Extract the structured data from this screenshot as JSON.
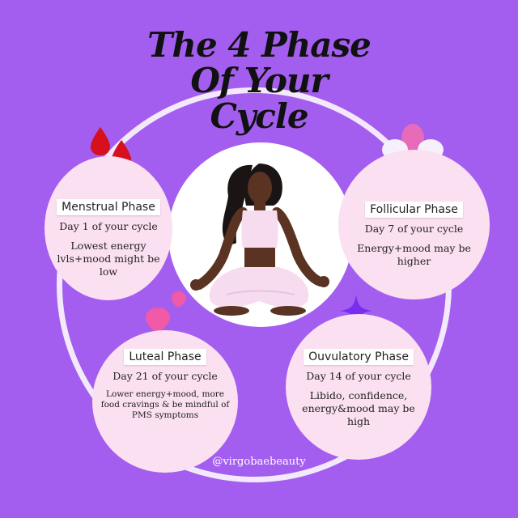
{
  "title": {
    "line1": "The 4 Phase",
    "line2": "Of Your",
    "line3": "Cycle"
  },
  "phases": [
    {
      "name": "Menstrual Phase",
      "day": "Day 1 of your cycle",
      "desc": "Lowest energy lvls+mood might be low",
      "icon": "blood-drops-icon"
    },
    {
      "name": "Follicular Phase",
      "day": "Day 7 of your cycle",
      "desc": "Energy+mood may be higher",
      "icon": "flower-icon"
    },
    {
      "name": "Luteal Phase",
      "day": "Day 21 of your cycle",
      "desc": "Lower energy+mood, more food cravings & be mindful of PMS symptoms",
      "icon": "hearts-icon"
    },
    {
      "name": "Ouvulatory Phase",
      "day": "Day 14 of your cycle",
      "desc": "Libido, confidence, energy&mood may be high",
      "icon": "sparkle-icon"
    }
  ],
  "handle": "@virgobaebeauty",
  "colors": {
    "background": "#a35ef0",
    "bubble": "#fbe0f1",
    "ring": "#f3e9fb",
    "drop": "#d6101f",
    "heart": "#f05aa6",
    "flower": "#e76bb9",
    "sparkle": "#7a2cf0"
  }
}
